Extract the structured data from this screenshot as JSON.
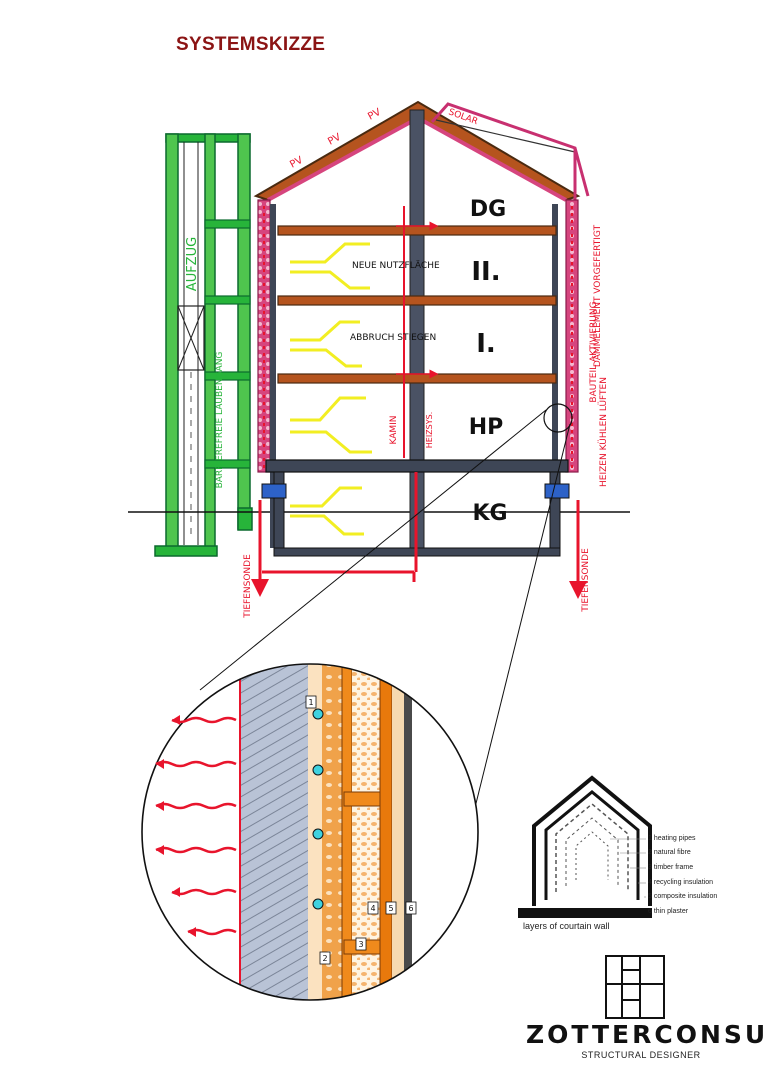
{
  "title": "SYSTEMSKIZZE",
  "floors": {
    "dg": "DG",
    "og2": "II.",
    "og1": "I.",
    "hp": "HP",
    "kg": "KG"
  },
  "roof_labels": {
    "pv1": "PV",
    "pv2": "PV",
    "pv3": "PV",
    "solar": "SOLAR"
  },
  "elevator": {
    "label": "AUFZUG",
    "access_note": "BARRIEREFREIE LAUBENGANG"
  },
  "annotations": {
    "floor_plan": "NEUE NUTZFLÄCHE",
    "stairs": "ABBRUCH STIEGEN",
    "chimney": "KAMIN",
    "heating_system": "HEIZSYS.",
    "insulation": "DÄMMELEMENT VORGEFERTIGT",
    "activation": "BAUTEIL AKTIVIERUNG",
    "functions": "HEIZEN KÜHLEN LÜFTEN",
    "probe_left": "TIEFENSONDE",
    "probe_right": "TIEFENSONDE"
  },
  "detail_numbers": [
    "1",
    "2",
    "3",
    "4",
    "5",
    "6"
  ],
  "legend": {
    "caption": "layers of courtain wall",
    "items": [
      "1 heating pipes",
      "2 natural fibre",
      "3 timber frame",
      "4 recycling insulation",
      "5 composite insulation",
      "6 thin plaster"
    ]
  },
  "logo": {
    "name": "ZOTTERCONSULT",
    "tagline": "STRUCTURAL DESIGNER"
  },
  "colors": {
    "title": "#8b1414",
    "red": "#e8142c",
    "roof": "#b5541e",
    "concrete": "#3e4656",
    "yellow": "#f2ee22",
    "green": "#27b43a",
    "orange": "#e8790c"
  }
}
